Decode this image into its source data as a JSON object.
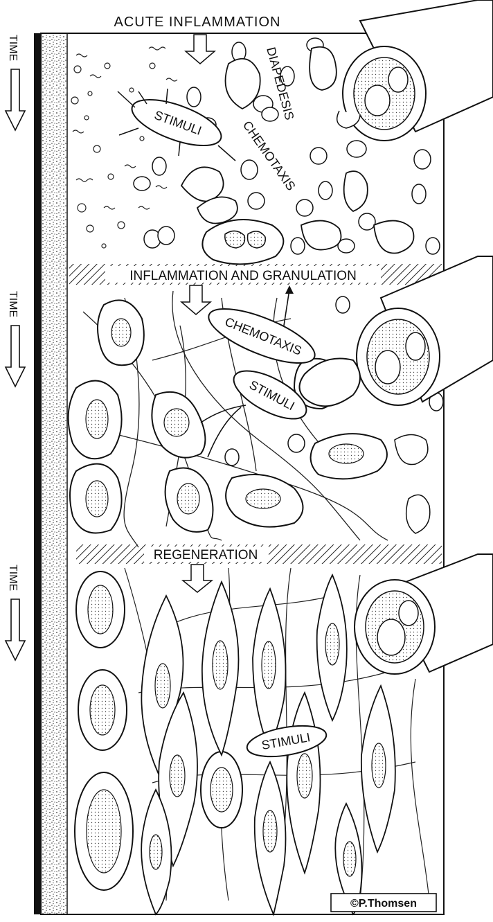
{
  "figure": {
    "sections": [
      {
        "title": "ACUTE INFLAMMATION",
        "time_label": "TIME",
        "labels": {
          "stimuli": "STIMULI",
          "diapedesis": "DIAPEDESIS",
          "chemotaxis": "CHEMOTAXIS"
        }
      },
      {
        "title": "INFLAMMATION AND GRANULATION",
        "time_label": "TIME",
        "labels": {
          "chemotaxis": "CHEMOTAXIS",
          "stimuli": "STIMULI"
        }
      },
      {
        "title": "REGENERATION",
        "time_label": "TIME",
        "labels": {
          "stimuli": "STIMULI"
        }
      }
    ],
    "credit": "©P.Thomsen"
  }
}
